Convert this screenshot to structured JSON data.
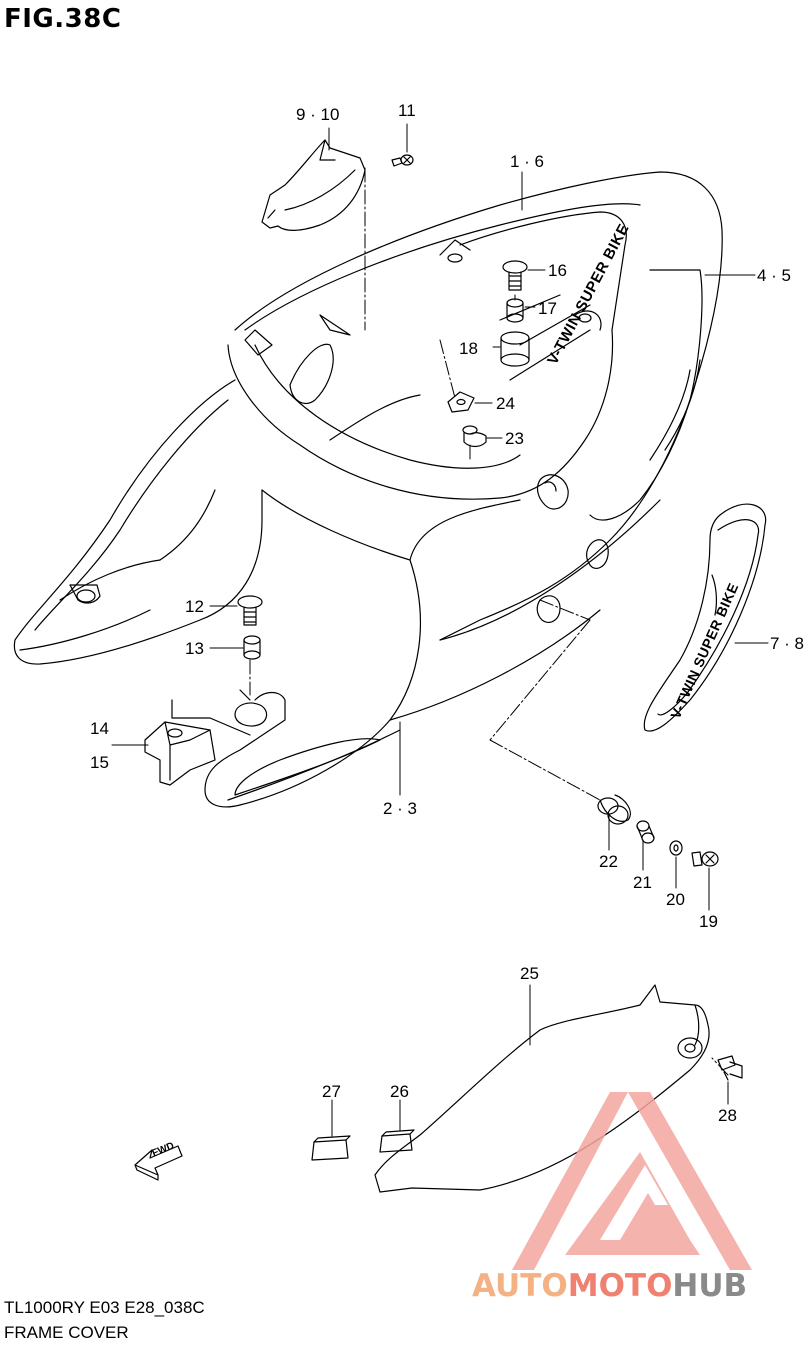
{
  "figure": {
    "title": "FIG.38C",
    "model_code": "TL1000RY E03 E28_038C",
    "name": "FRAME COVER"
  },
  "parts": {
    "p9_10": "9 · 10",
    "p11": "11",
    "p1_6": "1 · 6",
    "p16": "16",
    "p4_5": "4 · 5",
    "p17": "17",
    "p18": "18",
    "p24": "24",
    "p23": "23",
    "p7_8": "7 · 8",
    "p12": "12",
    "p13": "13",
    "p14": "14",
    "p15": "15",
    "p2_3": "2 · 3",
    "p22": "22",
    "p21": "21",
    "p20": "20",
    "p19": "19",
    "p25": "25",
    "p27": "27",
    "p26": "26",
    "p28": "28"
  },
  "decal": {
    "main": "V-TWIN SUPER BIKE",
    "side": "V-TWIN SUPER BIKE"
  },
  "fwd_arrow": "FWD",
  "watermark": {
    "part_a": "AUTO",
    "part_b": "MOTO",
    "part_c": "HUB",
    "color_a": "#f4b183",
    "color_b": "#f08070",
    "color_c": "#8a8a8a",
    "logo_color": "#f4a6a0"
  }
}
